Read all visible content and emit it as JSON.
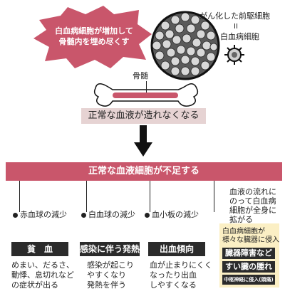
{
  "burst": {
    "line1": "白血病細胞が増加して",
    "line2": "骨髄内を埋め尽くす"
  },
  "cell_labels": {
    "precursor": "がん化した前駆細胞",
    "eq": "II",
    "leukemia": "白血病細胞"
  },
  "bone_label": "骨髄",
  "normal_blood": "正常な血液が造れなくなる",
  "deficit": "正常な血液細胞が不足する",
  "branches": [
    {
      "bullet": "赤血球の減少",
      "heading": "貧　血",
      "desc": [
        "めまい、だるさ、",
        "動悸、息切れなど",
        "の症状が出る"
      ]
    },
    {
      "bullet": "白血球の減少",
      "heading": "感染に伴う発熱",
      "desc": [
        "感染が起こり",
        "やすくなり",
        "発熱を伴う"
      ]
    },
    {
      "bullet": "血小板の減少",
      "heading": "出血傾向",
      "desc": [
        "血が止まりにくく",
        "なったり出血",
        "しやすくなる"
      ]
    }
  ],
  "spread": {
    "text": [
      "血液の流れに",
      "のって白血病",
      "細胞が全身に",
      "拡がる"
    ],
    "invade": [
      "白血病細胞が",
      "様々な臓器に侵入"
    ],
    "organ": "臓器障害など",
    "spleen": "すい臓の腫れ",
    "nerve": "中枢神経に侵入(頭痛)"
  },
  "colors": {
    "accent": "#c9566b",
    "dark": "#2b2b2b",
    "badge": "#e6d3d3",
    "yellow": "#fbefc4"
  }
}
